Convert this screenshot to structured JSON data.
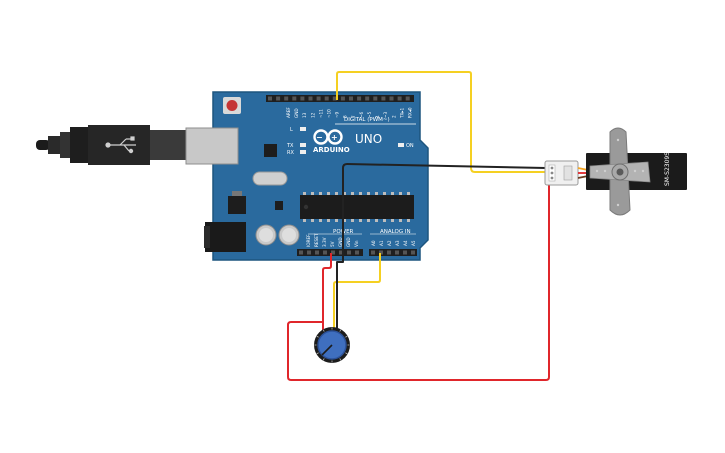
{
  "board": {
    "brand": "ARDUINO",
    "model": "UNO",
    "digital_label": "DIGITAL (PWM~)",
    "power_label": "POWER",
    "analog_label": "ANALOG IN",
    "on_label": "ON",
    "l_label": "L",
    "tx_label": "TX",
    "rx_label": "RX",
    "digital_pins": [
      "AREF",
      "GND",
      "13",
      "12",
      "~11",
      "~10",
      "~9",
      "8",
      "7",
      "~6",
      "~5",
      "4",
      "~3",
      "2",
      "TX▸1",
      "RX◂0"
    ],
    "power_pins": [
      "IOREF",
      "RESET",
      "3.3V",
      "5V",
      "GND",
      "GND",
      "Vin"
    ],
    "analog_pins": [
      "A0",
      "A1",
      "A2",
      "A3",
      "A4",
      "A5"
    ]
  },
  "servo": {
    "label": "SM-S2309S"
  },
  "wires": {
    "signal_color": "#f5d022",
    "ground_color": "#222222",
    "power_color": "#e0262b"
  },
  "colors": {
    "board": "#2a6a9e",
    "board_edge": "#1d557f",
    "header": "#1f1f1f",
    "knob": "#3f6fbf"
  }
}
